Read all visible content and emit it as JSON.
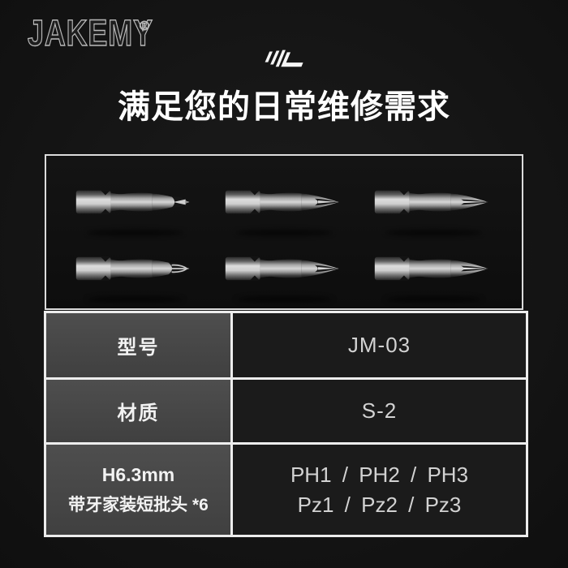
{
  "header": {
    "logo_text": "JAKEMY",
    "registered_mark": "®"
  },
  "title": "满足您的日常维修需求",
  "product_panel": {
    "layout": "2 rows × 3 columns",
    "bits": [
      {
        "position": "row1-col1",
        "tip_style": "blunt cross tip"
      },
      {
        "position": "row1-col2",
        "tip_style": "medium point"
      },
      {
        "position": "row1-col3",
        "tip_style": "sharp point"
      },
      {
        "position": "row2-col1",
        "tip_style": "open cross tip"
      },
      {
        "position": "row2-col2",
        "tip_style": "medium point"
      },
      {
        "position": "row2-col3",
        "tip_style": "sharp point"
      }
    ]
  },
  "spec_table": {
    "rows": [
      {
        "label": "型号",
        "value": "JM-03"
      },
      {
        "label": "材质",
        "value": "S-2"
      },
      {
        "label_lines": [
          "H6.3mm",
          "带牙家装短批头 *6"
        ],
        "value_lines": [
          "PH1 / PH2 / PH3",
          "Pz1 / Pz2 / Pz3"
        ]
      }
    ]
  },
  "colors": {
    "background": "#151515",
    "panel_border": "#dcdcdc",
    "table_frame": "#ededed",
    "label_cell_bg": "#474747",
    "value_cell_bg": "#1b1b1b",
    "title_text": "#ffffff",
    "label_text": "#f2f2f2",
    "value_text": "#d2d2d2",
    "logo_outline": "#b9b9b9",
    "speed_mark": "#f5f5f5"
  }
}
